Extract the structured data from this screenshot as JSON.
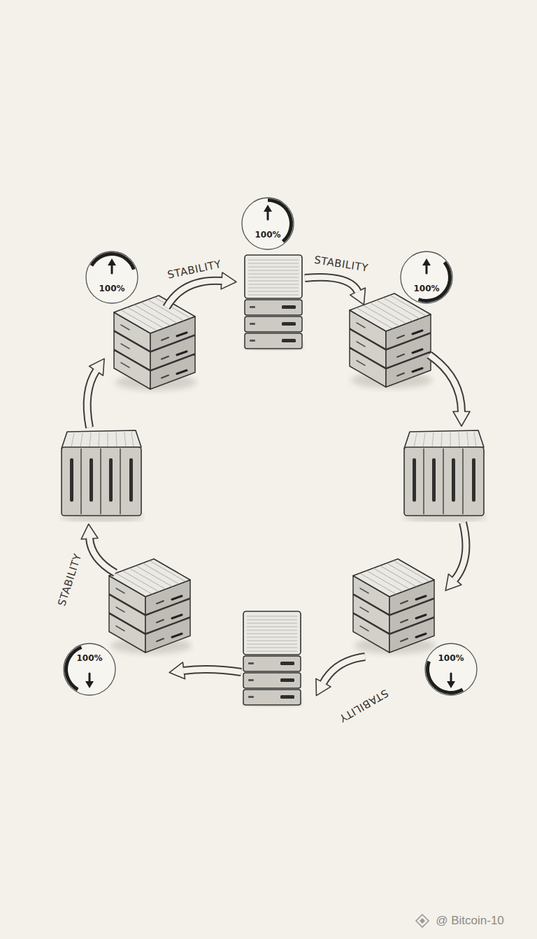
{
  "diagram": {
    "nodes": [
      {
        "text": [
          "100%"
        ]
      },
      {
        "text": [
          "100%"
        ]
      },
      {
        "text": [
          "100%"
        ]
      },
      {
        "text": [
          "100%"
        ]
      },
      {
        "text": [
          "100%"
        ]
      }
    ],
    "labels": [
      "STABILITY",
      "STABILITY",
      "STABILITY",
      "STABILITY",
      "@ Bitcoin-10"
    ]
  }
}
